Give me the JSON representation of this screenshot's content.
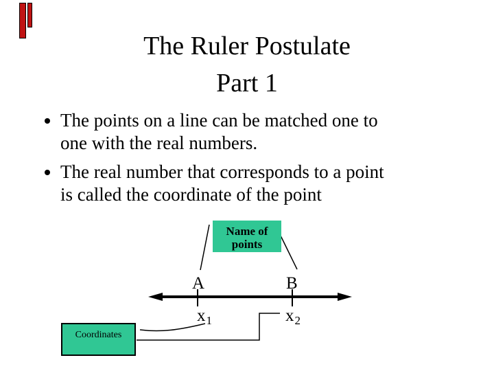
{
  "slide": {
    "title": {
      "line1": "The Ruler Postulate",
      "line2": "Part 1"
    },
    "bullets": {
      "item1": {
        "line1": "The points on a line can be matched one to",
        "line2": "one with the real numbers."
      },
      "item2": {
        "line1": "The real number that corresponds to a point",
        "line2": "is called the coordinate of the point"
      }
    },
    "diagram": {
      "name_box": {
        "line1": "Name of",
        "line2": "points"
      },
      "coordinates_box": {
        "label": "Coordinates"
      },
      "points": {
        "a": "A",
        "b": "B"
      },
      "coords": {
        "x1_base": "x",
        "x1_sub": "1",
        "x2_base": "x",
        "x2_sub": "2"
      },
      "box_color": "#30C794"
    },
    "decor": {
      "accent_color": "#C01414"
    }
  }
}
